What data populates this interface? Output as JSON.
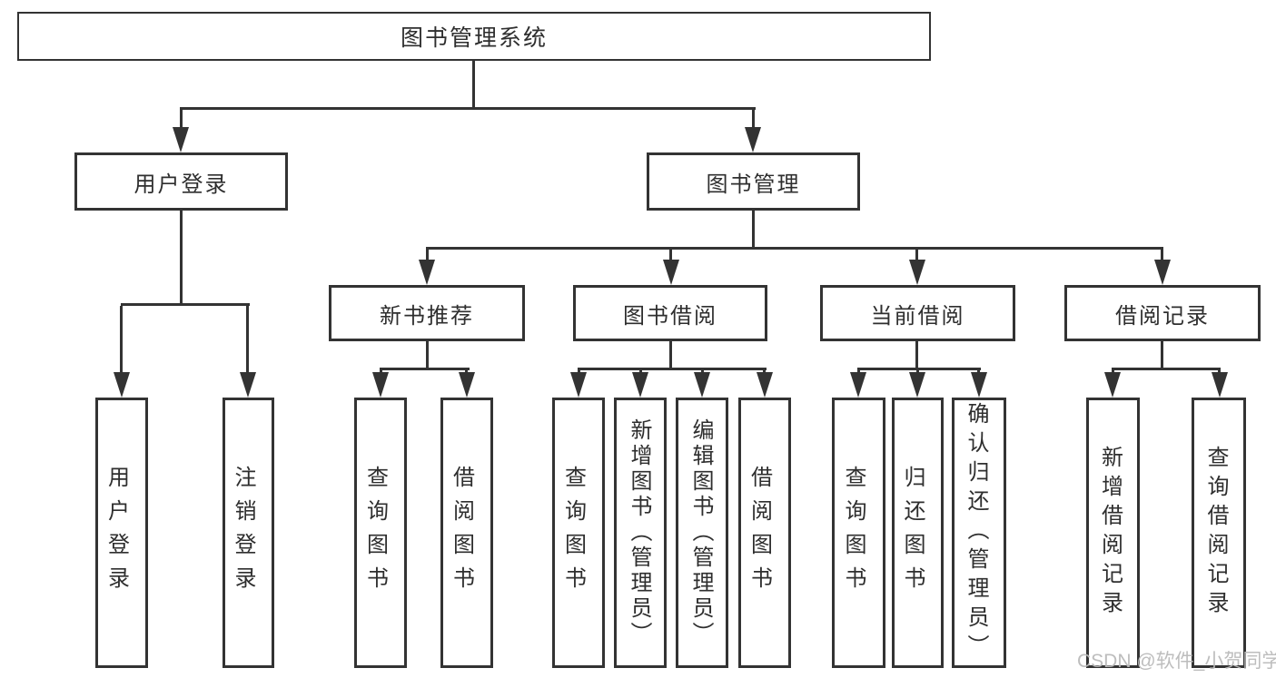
{
  "diagram": {
    "root": "图书管理系统",
    "level2": {
      "login": "用户登录",
      "management": "图书管理"
    },
    "level3": {
      "new_books": "新书推荐",
      "borrowing": "图书借阅",
      "current": "当前借阅",
      "records": "借阅记录"
    },
    "leaves": {
      "login": [
        "用户登录",
        "注销登录"
      ],
      "new_books": [
        "查询图书",
        "借阅图书"
      ],
      "borrowing": [
        "查询图书",
        "新增图书（管理员）",
        "编辑图书（管理员）",
        "借阅图书"
      ],
      "current": [
        "查询图书",
        "归还图书",
        "确认归还（管理员）"
      ],
      "records": [
        "新增借阅记录",
        "查询借阅记录"
      ]
    },
    "watermark": "CSDN @软件_小贺同学",
    "colors": {
      "line": "#333333",
      "text": "#2e2e2e",
      "watermark": "#b9b9b9",
      "background": "#ffffff",
      "box_fill": "#ffffff"
    }
  }
}
